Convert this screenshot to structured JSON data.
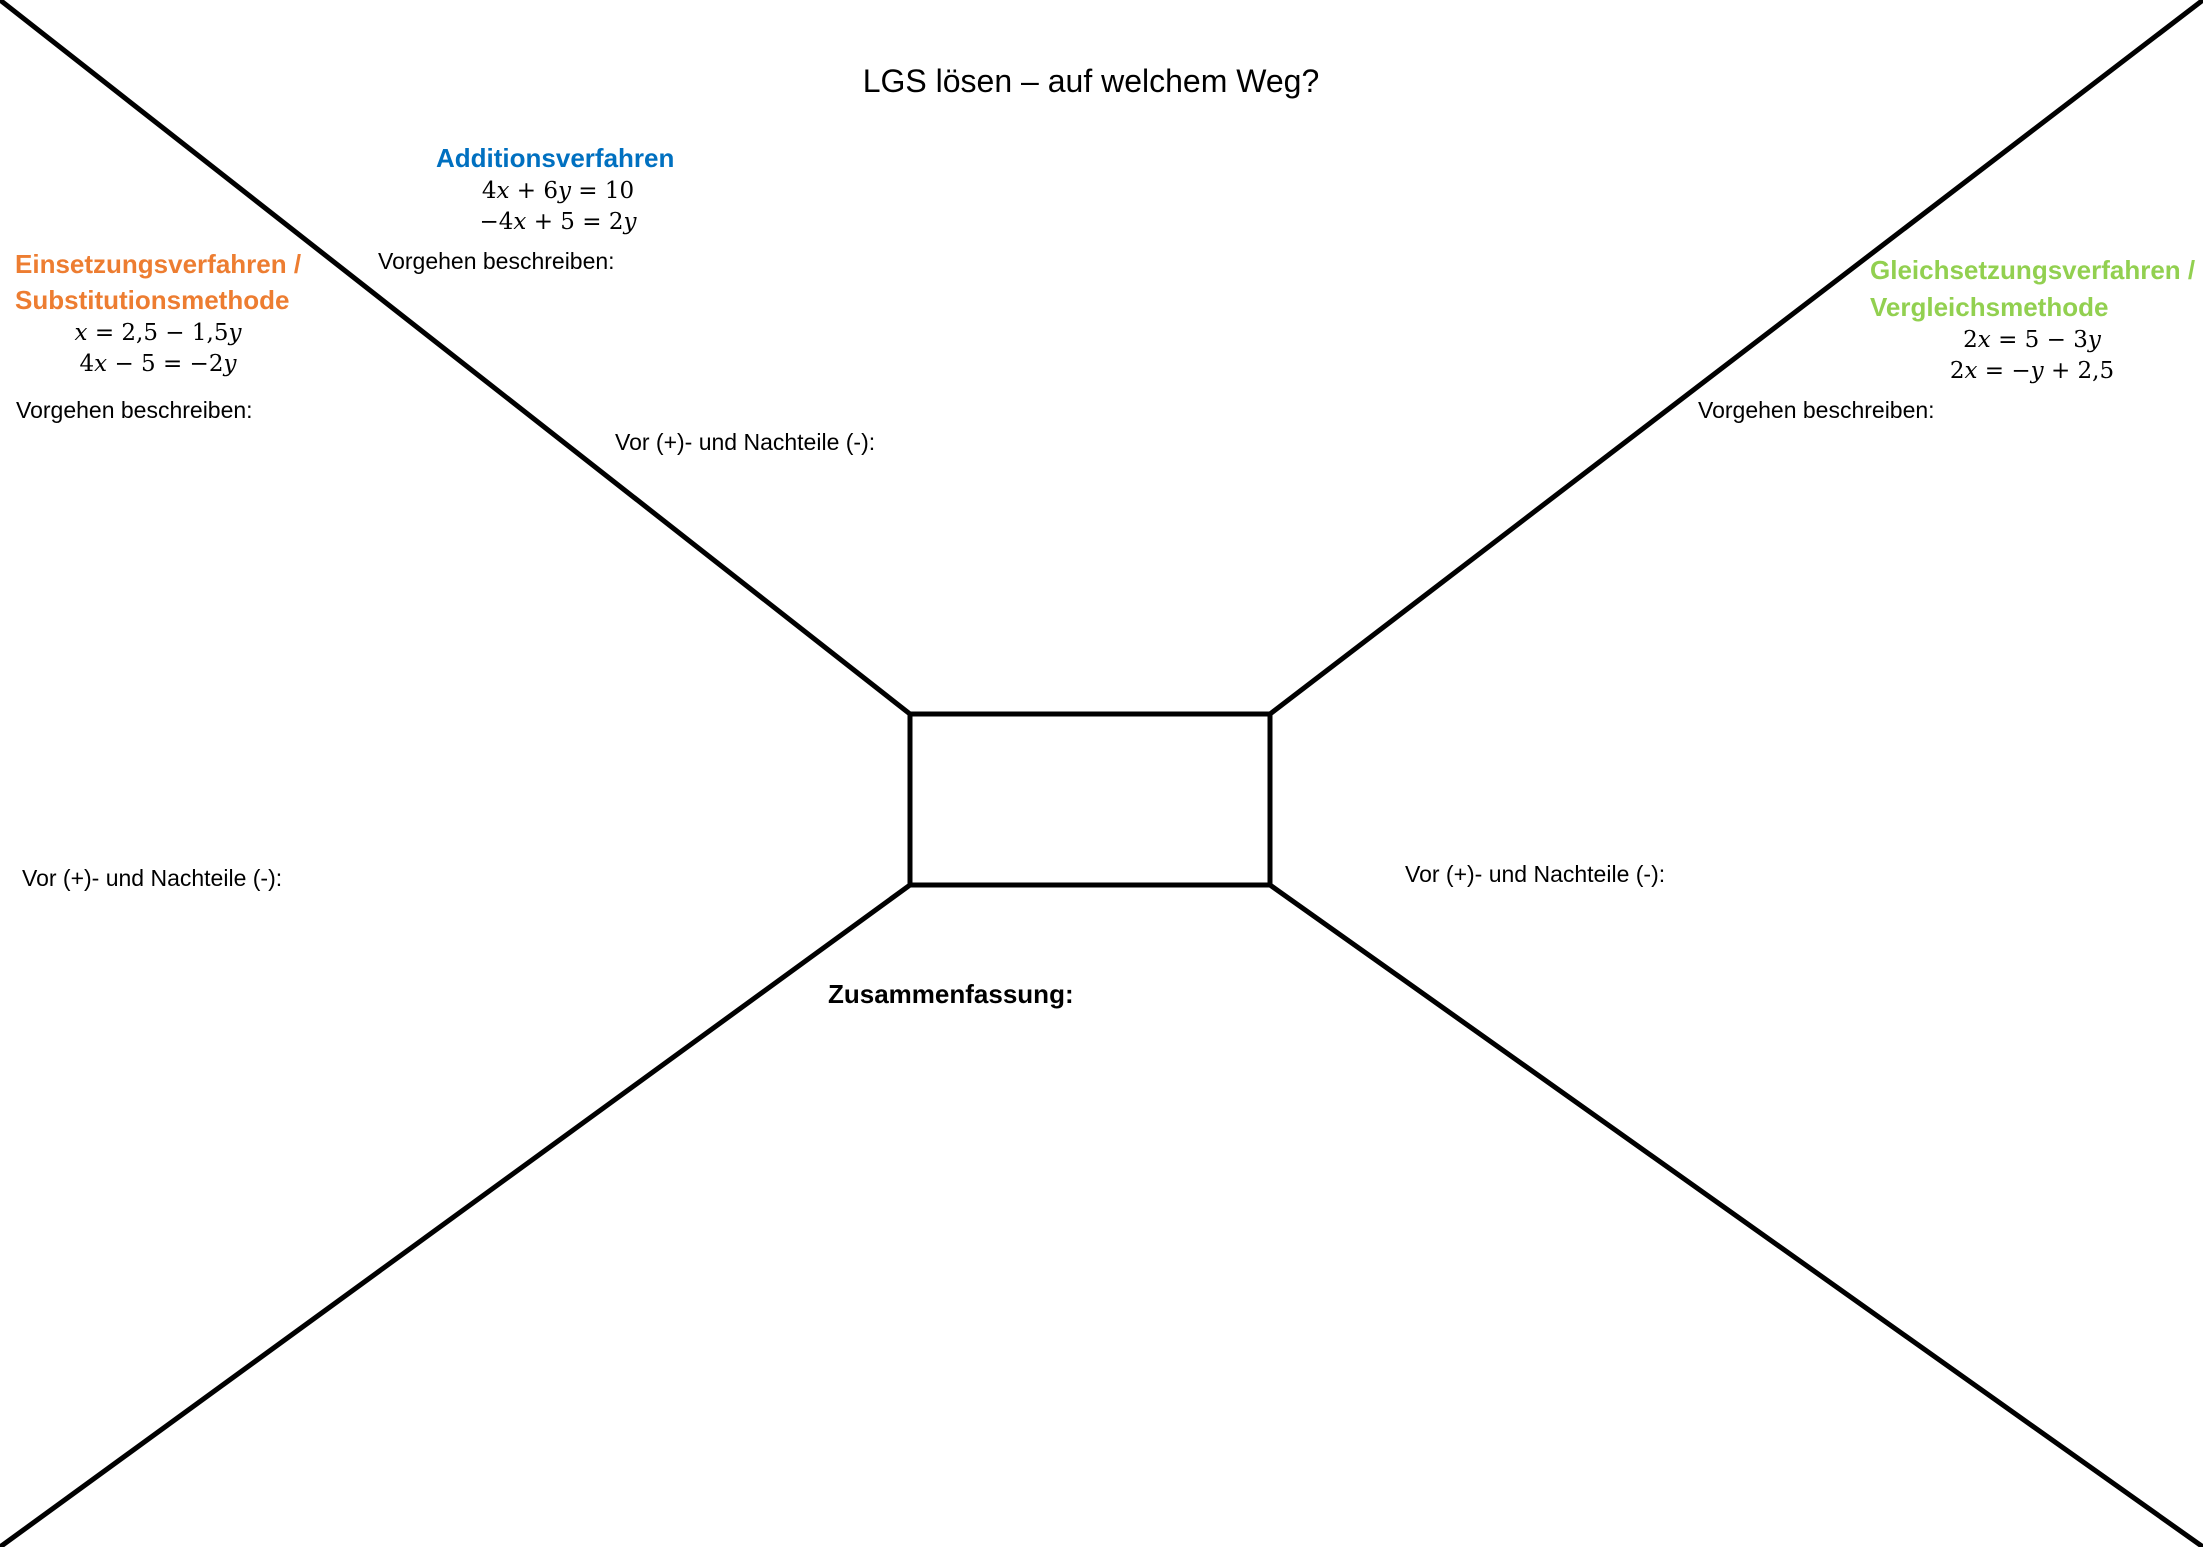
{
  "title": "LGS lösen – auf welchem Weg?",
  "colors": {
    "lines": "#000000",
    "addition": "#0070C0",
    "substitution": "#ED7D31",
    "gleichsetzung": "#92D050"
  },
  "sections": {
    "addition": {
      "heading": "Additionsverfahren",
      "equations": [
        "4x + 6y = 10",
        "−4x + 5 = 2y"
      ],
      "describe_label": "Vorgehen beschreiben:",
      "pros_cons_label": "Vor (+)- und Nachteile (-):"
    },
    "substitution": {
      "heading_line1": "Einsetzungsverfahren /",
      "heading_line2": "Substitutionsmethode",
      "equations": [
        "x = 2,5 − 1,5y",
        "4x − 5 = −2y"
      ],
      "describe_label": "Vorgehen beschreiben:",
      "pros_cons_label": "Vor (+)- und Nachteile (-):"
    },
    "gleichsetzung": {
      "heading_line1": "Gleichsetzungsverfahren /",
      "heading_line2": "Vergleichsmethode",
      "equations": [
        "2x = 5 − 3y",
        "2x = −y + 2,5"
      ],
      "describe_label": "Vorgehen beschreiben:",
      "pros_cons_label": "Vor (+)- und Nachteile (-):"
    },
    "summary": {
      "label": "Zusammenfassung:"
    }
  }
}
